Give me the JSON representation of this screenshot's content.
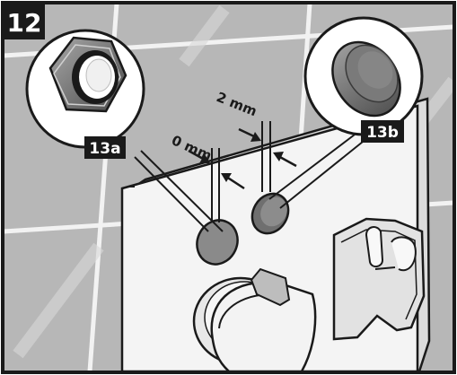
{
  "step": {
    "number": "12"
  },
  "callouts": [
    {
      "label": "13a",
      "part": "nut-hex"
    },
    {
      "label": "13b",
      "part": "cap-round"
    }
  ],
  "dimensions": [
    {
      "label": "0 mm",
      "gap": 0
    },
    {
      "label": "2 mm",
      "gap": 2
    }
  ],
  "colors": {
    "ink": "#1a1a1a",
    "tile": "#b7b7b7",
    "grout": "#f2f2f2",
    "panel": "#f4f4f4",
    "metal": "#8a8a8a",
    "cap": "#6f6f6f"
  }
}
